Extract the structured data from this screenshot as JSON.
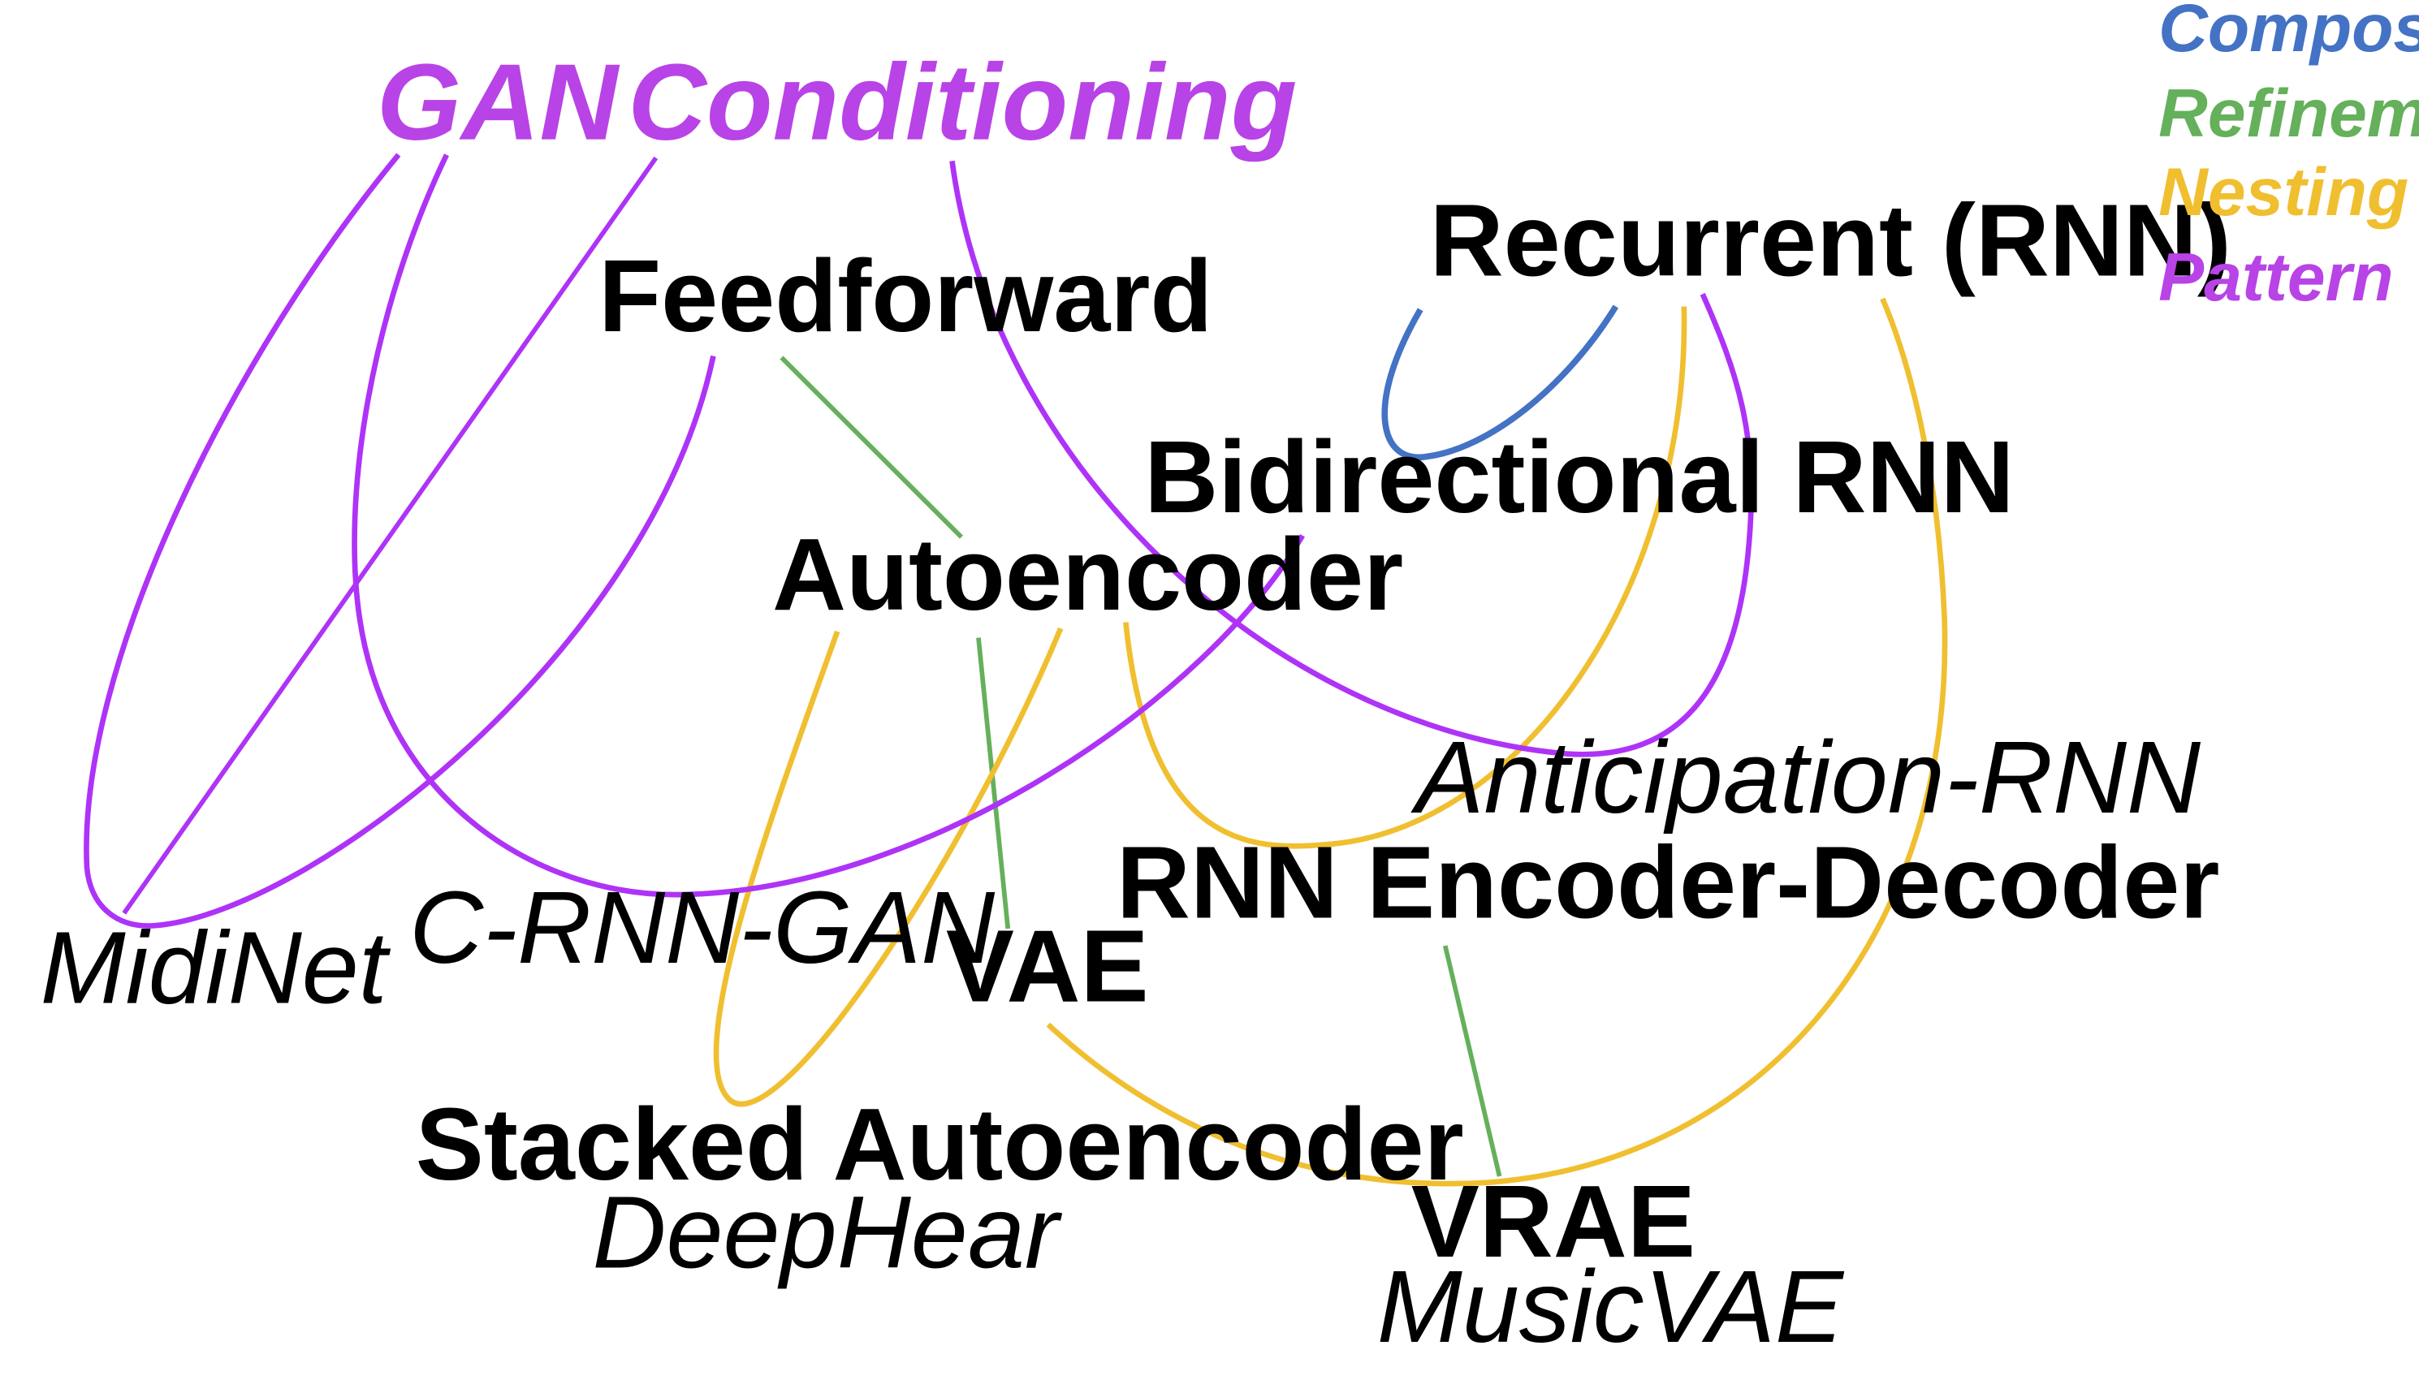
{
  "legend": {
    "items": [
      {
        "label": "Composition",
        "color": "#4472C4"
      },
      {
        "label": "Refinement",
        "color": "#65B05B"
      },
      {
        "label": "Nesting",
        "color": "#F0BF30"
      },
      {
        "label": "Pattern",
        "color": "#B843E6"
      }
    ]
  },
  "patterns": {
    "gan": "GAN",
    "conditioning": "Conditioning",
    "color": "#B843E6"
  },
  "architectures": {
    "feedforward": "Feedforward",
    "recurrent": "Recurrent (RNN)",
    "bidirectional_rnn": "Bidirectional RNN",
    "autoencoder": "Autoencoder",
    "rnn_encoder_decoder": "RNN Encoder-Decoder",
    "vae": "VAE",
    "stacked_autoencoder": "Stacked Autoencoder",
    "vrae": "VRAE"
  },
  "systems": {
    "midinet": "MidiNet",
    "c_rnn_gan": "C-RNN-GAN",
    "anticipation_rnn": "Anticipation-RNN",
    "deephear": "DeepHear",
    "musicvae": "MusicVAE"
  },
  "edge_colors": {
    "composition": "#4472C4",
    "refinement": "#65B05B",
    "nesting": "#F0BF30",
    "pattern": "#AE33F7"
  },
  "edges": [
    {
      "type": "composition",
      "from": "Recurrent (RNN)",
      "to": "Bidirectional RNN"
    },
    {
      "type": "refinement",
      "from": "Feedforward",
      "to": "Autoencoder"
    },
    {
      "type": "refinement",
      "from": "Autoencoder",
      "to": "VAE"
    },
    {
      "type": "refinement",
      "from": "RNN Encoder-Decoder",
      "to": "VRAE"
    },
    {
      "type": "nesting",
      "from": "Autoencoder",
      "to": "Stacked Autoencoder"
    },
    {
      "type": "nesting",
      "from": "Autoencoder",
      "to": "RNN Encoder-Decoder"
    },
    {
      "type": "nesting",
      "from": "Recurrent (RNN)",
      "to": "RNN Encoder-Decoder"
    },
    {
      "type": "nesting",
      "from": "VAE",
      "to": "VRAE"
    },
    {
      "type": "nesting",
      "from": "Recurrent (RNN)",
      "to": "VRAE"
    },
    {
      "type": "pattern",
      "from": "GAN",
      "to": "MidiNet"
    },
    {
      "type": "pattern",
      "from": "Conditioning",
      "to": "MidiNet"
    },
    {
      "type": "pattern",
      "from": "Feedforward",
      "to": "MidiNet"
    },
    {
      "type": "pattern",
      "from": "GAN",
      "to": "C-RNN-GAN"
    },
    {
      "type": "pattern",
      "from": "Bidirectional RNN",
      "to": "C-RNN-GAN"
    },
    {
      "type": "pattern",
      "from": "Conditioning",
      "to": "Anticipation-RNN"
    },
    {
      "type": "pattern",
      "from": "Recurrent (RNN)",
      "to": "Anticipation-RNN"
    }
  ]
}
